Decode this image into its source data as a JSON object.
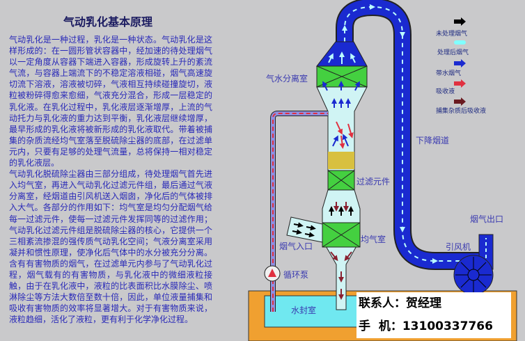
{
  "title": "气动乳化基本原理",
  "paragraphs": [
    "气动乳化是一种过程，乳化是一种状态。气动乳化是这样形成的：在一圆形管状容器中，经加速的待处理烟气以一定角度从容器下端进入容器，形成旋转上升的紊流气流，与容器上端流下的不稳定溶液相碰，烟气高速旋切流下溶液，溶液被切碎，气液相互持续碰撞旋切，液粒被粉碎得愈来愈细，气液充分混合，形成一层稳定的乳化液。在乳化过程中，乳化液层逐渐增厚，上流的气动托力与乳化液的重力达到平衡，乳化液层继续增厚，最早形成的乳化液将被新形成的乳化液取代。带着被捕集的杂质流经均气室落至脱硫除尘器的底部，在过滤单元内，只要有足够的处理气流量，总将保持一相对稳定的乳化液层。",
    "气动乳化脱硫除尘器由三部分组成，待处理烟气首先进入均气室，再进入气动乳化过滤元件组，最后通过气液分离室，经烟道由引风机送入烟囱，净化后的气体被排入大气。各部分的作用如下：均气室是均匀分配烟气给每一过滤元件，使每一过滤元件发挥同等的过滤作用；气动乳化过滤元件组是脱硫除尘器的核心，它提供一个三相紊流掺混的强传质气动乳化空间；气液分离室采用凝并和惯性原理，使净化后气体中的水分被充分分离。含有有害物质的烟气，在过滤单元内参与了气动乳化过程，烟气载有的有害物质，与乳化液中的微细液粒接触，由于在乳化液中，液粒的比表面积比水膜除尘、喷淋除尘等方法大数倍至数十倍，因此，单位液量捕集和吸收有害物质的效率将显著增大。对于有害物质来说，液粒趋细，活化了液粒，更有利于化学净化过程。"
  ],
  "legend": [
    {
      "label": "未处理烟气",
      "color": "#000000"
    },
    {
      "label": "处理后烟气",
      "color": "#80ffff"
    },
    {
      "label": "带水烟气",
      "color": "#1a2ad0"
    },
    {
      "label": "吸收液",
      "color": "#e0303a"
    },
    {
      "label": "捕集杂质后吸收液",
      "color": "#6a1a20"
    }
  ],
  "labels": {
    "separator": "气水分离室",
    "downcomer": "下降烟道",
    "filter": "过滤元件",
    "outlet": "烟气出口",
    "fan": "引风机",
    "plenum": "均气室",
    "inlet": "烟气入口",
    "pump": "循环泵",
    "seal": "水封室"
  },
  "contact": {
    "person": "联系人：贺经理",
    "phone": "手  机：13100337766"
  }
}
